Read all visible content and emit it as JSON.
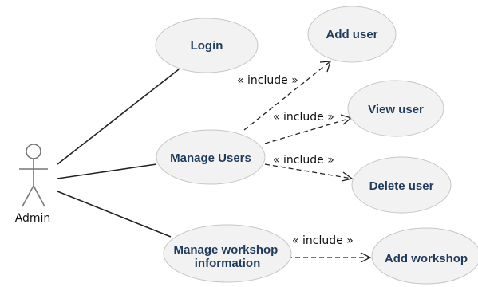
{
  "actor": {
    "name": "Admin"
  },
  "use_cases": {
    "login": "Login",
    "add_user": "Add user",
    "view_user": "View user",
    "manage_users": "Manage Users",
    "delete_user": "Delete user",
    "manage_workshop_line1": "Manage workshop",
    "manage_workshop_line2": "information",
    "add_workshop": "Add workshop"
  },
  "relations": {
    "include_add_user": "« include »",
    "include_view_user": "« include »",
    "include_delete_user": "« include »",
    "include_add_workshop": "« include »"
  },
  "colors": {
    "usecase_fill": "#f2f2f2",
    "usecase_stroke": "#c6c6c6",
    "usecase_text": "#1f3b5c",
    "line": "#222222"
  }
}
